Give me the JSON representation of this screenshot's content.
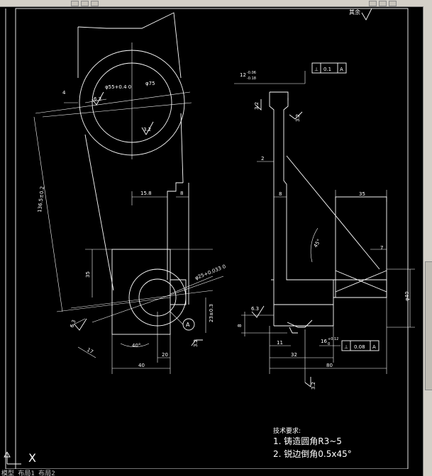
{
  "finish_mark": "其余",
  "title_notes": {
    "heading": "技术要求:",
    "item1": "1. 铸造圆角R3~5",
    "item2": "2. 锐边倒角0.5x45°"
  },
  "ucs_label": "X",
  "dims": {
    "d_bore_big": "φ55+0.4 0",
    "d_outer": "φ75",
    "small_4": "4",
    "rough_63_a": "6.3",
    "rough_32_a": "3.2",
    "center_dist": "136.5±0.2",
    "w_158": "15.8",
    "w_8a": "8",
    "h_35": "35",
    "d_bore_small": "φ25+0.033 0",
    "dist_23": "23±0.3",
    "circle_A": "A",
    "rough_63_b": "6.3",
    "w_17": "17",
    "angle_40": "40°",
    "w_20": "20",
    "rough_32_b": "3.2",
    "w_40": "40",
    "tol_12": "12",
    "tol_12_up": "-0.06",
    "tol_12_low": "-0.18",
    "gtol1_sym": "⊥",
    "gtol1_val": "0.1",
    "gtol1_ref": "A",
    "rough_32_c": "3.2",
    "rough_32_d": "3.2",
    "w_2": "2",
    "w_8b": "8",
    "w_35": "35",
    "angle_45": "45°",
    "w_7": "7",
    "d_phi40": "φ40",
    "rough_63_c": "6.3",
    "h_8": "8",
    "w_11": "11",
    "tol_16": "16",
    "tol_16_up": "+0.12",
    "tol_16_low": "0",
    "gtol2_sym": "⊥",
    "gtol2_val": "0.08",
    "gtol2_ref": "A",
    "w_32": "32",
    "w_80": "80",
    "rough_32_e": "3.2"
  },
  "command_line": "模型 布局1 布局2"
}
